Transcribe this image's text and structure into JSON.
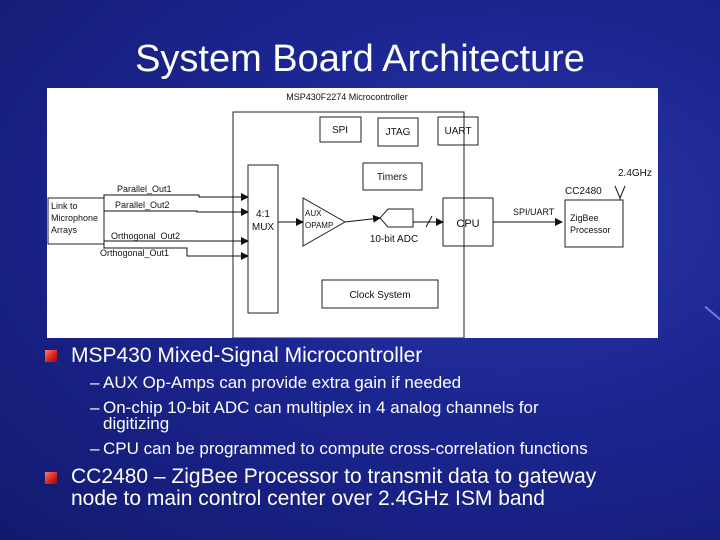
{
  "slide": {
    "title": "System Board Architecture"
  },
  "diagram": {
    "mcu_label": "MSP430F2274 Microcontroller",
    "spi": "SPI",
    "jtag": "JTAG",
    "uart": "UART",
    "timers": "Timers",
    "mux_line1": "4:1",
    "mux_line2": "MUX",
    "aux_line1": "AUX",
    "aux_line2": "OPAMP",
    "adc_label": "10-bit ADC",
    "cpu": "CPU",
    "clock": "Clock System",
    "link_line1": "Link to",
    "link_line2": "Microphone",
    "link_line3": "Arrays",
    "parallel_out1": "Parallel_Out1",
    "parallel_out2": "Parallel_Out2",
    "orthogonal_out2": "Orthogonal_Out2",
    "orthogonal_out1": "Orthogonal_Out1",
    "spi_uart": "SPI/UART",
    "cc2480": "CC2480",
    "freq": "2.4GHz",
    "zigbee_line1": "ZigBee",
    "zigbee_line2": "Processor"
  },
  "bullets": [
    {
      "text": "MSP430 Mixed-Signal Microcontroller",
      "subs": [
        {
          "dash": "–",
          "lines": [
            "AUX Op-Amps can provide extra gain if needed"
          ]
        },
        {
          "dash": "–",
          "lines": [
            "On-chip 10-bit ADC can multiplex in 4 analog channels for",
            "digitizing"
          ]
        },
        {
          "dash": "–",
          "lines": [
            "CPU can be programmed to compute cross-correlation functions"
          ]
        }
      ]
    },
    {
      "lines": [
        "CC2480 – ZigBee Processor to transmit data to gateway",
        "node to main control center over 2.4GHz ISM band"
      ]
    }
  ],
  "colors": {
    "background": "#1b2590",
    "bullet_square": "#d4221a",
    "text": "#ffffff"
  }
}
